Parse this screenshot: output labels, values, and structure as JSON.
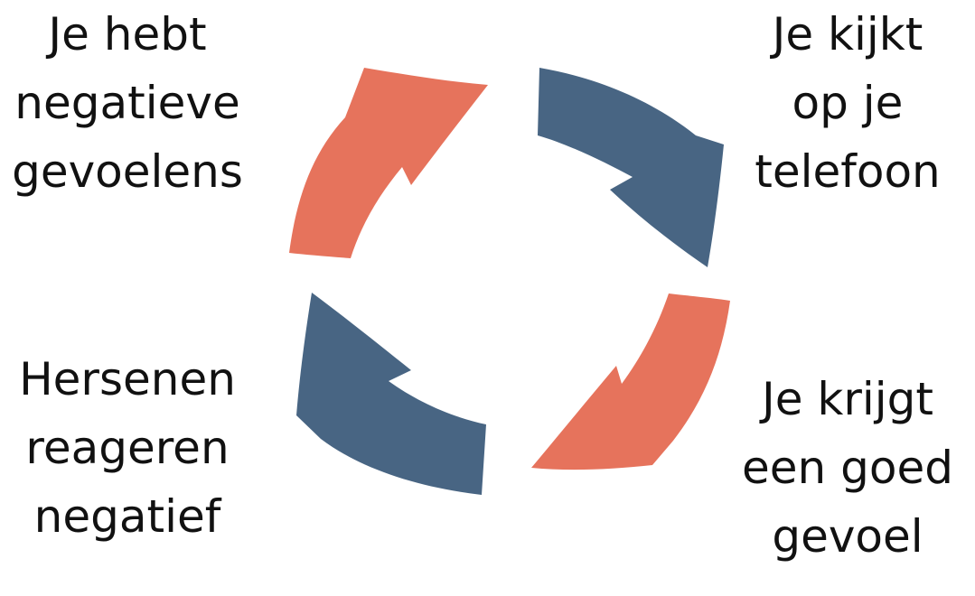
{
  "colors": {
    "orange_arrow": "#e6735c",
    "blue_arrow": "#486583",
    "text": "#111111",
    "background": "#ffffff"
  },
  "labels": {
    "top_left": [
      "Je hebt",
      "negatieve",
      "gevoelens"
    ],
    "top_right": [
      "Je kijkt",
      "op je",
      "telefoon"
    ],
    "bottom_right": [
      "Je krijgt",
      "een goed",
      "gevoel"
    ],
    "bottom_left": [
      "Hersenen",
      "reageren",
      "negatief"
    ]
  }
}
